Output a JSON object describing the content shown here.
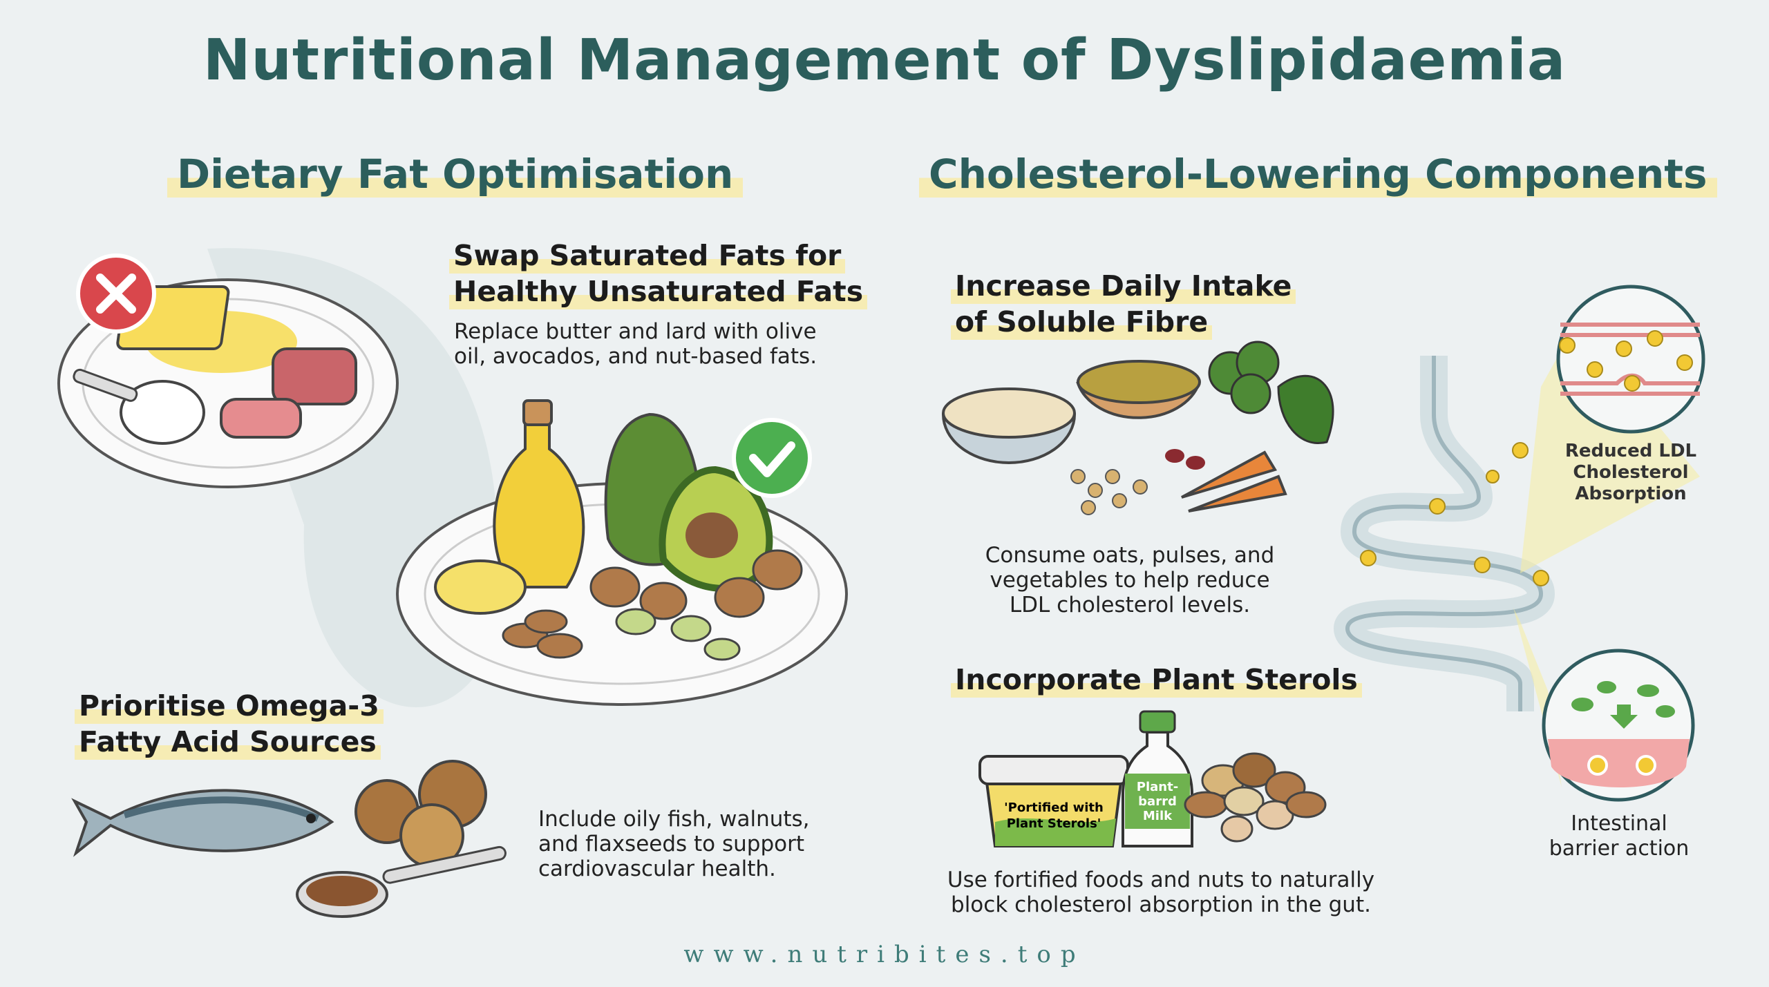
{
  "title": "Nutritional Management of Dyslipidaemia",
  "left_section": {
    "heading": "Dietary Fat Optimisation",
    "swap": {
      "heading_line1": "Swap Saturated Fats for",
      "heading_line2": "Healthy Unsaturated Fats",
      "body_line1": "Replace butter and lard with olive",
      "body_line2": "oil, avocados, and nut-based fats."
    },
    "omega": {
      "heading_line1": "Prioritise Omega-3",
      "heading_line2": "Fatty Acid Sources",
      "body_line1": "Include oily fish, walnuts,",
      "body_line2": "and flaxseeds to support",
      "body_line3": "cardiovascular health."
    }
  },
  "right_section": {
    "heading": "Cholesterol-Lowering Components",
    "fibre": {
      "heading_line1": "Increase Daily Intake",
      "heading_line2": "of Soluble Fibre",
      "body_line1": "Consume oats, pulses, and",
      "body_line2": "vegetables to help reduce",
      "body_line3": "LDL cholesterol levels."
    },
    "sterols": {
      "heading": "Incorporate Plant Sterols",
      "tub_label_line1": "'Portified with",
      "tub_label_line2": "Plant Sterols'",
      "bottle_label_line1": "Plant-",
      "bottle_label_line2": "barrd",
      "bottle_label_line3": "Milk",
      "body_line1": "Use fortified foods and nuts to naturally",
      "body_line2": "block cholesterol absorption in the gut."
    },
    "gut": {
      "caption_top_line1": "Reduced LDL",
      "caption_top_line2": "Cholesterol",
      "caption_top_line3": "Absorption",
      "caption_bottom_line1": "Intestinal",
      "caption_bottom_line2": "barrier action"
    }
  },
  "footer_url": "www.nutribites.top",
  "colors": {
    "accent": "#2c5e5c",
    "highlight": "#f6ecb4",
    "bad": "#d9474c",
    "good": "#4caf50"
  }
}
